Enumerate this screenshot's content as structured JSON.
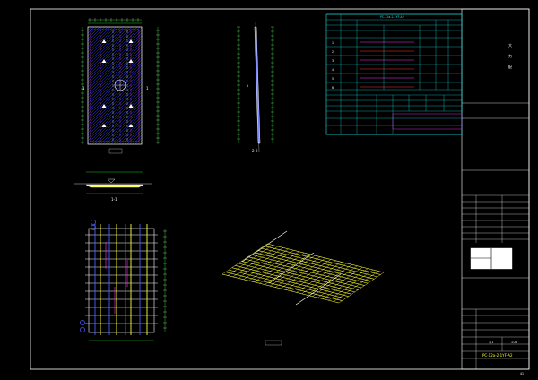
{
  "drawing": {
    "section_label": "2-2",
    "detail_label": "1-1",
    "top_view_label": "",
    "iso_label": "",
    "side_mark": "A",
    "plan_mark_left": "1",
    "plan_mark_right": "1"
  },
  "table": {
    "title": "PC-12a-2-1YF-A2",
    "rebar_title": "",
    "embed_title": "",
    "summary_title": "",
    "note_label": "",
    "rebar_ids": [
      "1",
      "2",
      "3",
      "4",
      "5",
      "6"
    ]
  },
  "titleblock": {
    "company_line1": "大",
    "company_line2": "力",
    "company_line3": "配",
    "drawing_code": "PC-12a-2-1YF-A2",
    "scale": "1:25",
    "sheet": "1/1",
    "page_no": "41"
  },
  "colors": {
    "frame": "#ffffff",
    "cyan": "#18e6e6",
    "yellow": "#ffff33",
    "green": "#22ff22",
    "red": "#ff3333",
    "magenta": "#ff33ff",
    "blue": "#4a5cff"
  }
}
